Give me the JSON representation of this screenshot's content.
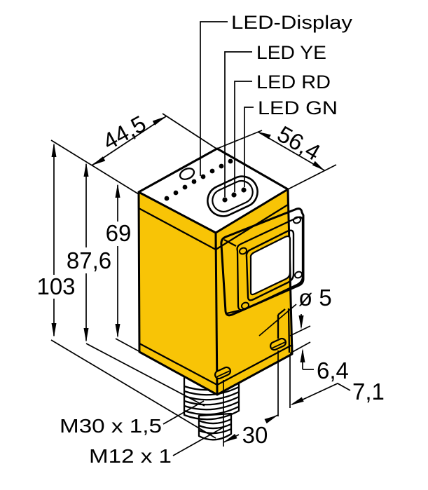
{
  "figure": {
    "type": "technical-dimension-drawing",
    "subject": "photoelectric-sensor-housing",
    "callouts": {
      "led_display": "LED-Display",
      "led_yellow": "LED YE",
      "led_red": "LED RD",
      "led_green": "LED GN"
    },
    "dimensions": {
      "top_left_edge": "44,5",
      "top_right_edge": "56,4",
      "housing_height": "69",
      "height_to_thread_end": "87,6",
      "total_height": "103",
      "hole_diameter": "ø 5",
      "hole_to_bottom": "6,4",
      "hole_to_edge": "7,1",
      "hole_spacing": "30",
      "mounting_thread": "M30 x 1,5",
      "connector_thread": "M12 x 1"
    },
    "colors": {
      "housing_yellow": "#F8C406",
      "top_gray": "#9B9B9B",
      "band_gray": "#878787",
      "bottom_band_gray": "#A0A0A0",
      "thread_gray": "#A6A6A6",
      "outline": "#000000",
      "window_white": "#FFFFFF",
      "background": "#FFFFFF"
    }
  }
}
